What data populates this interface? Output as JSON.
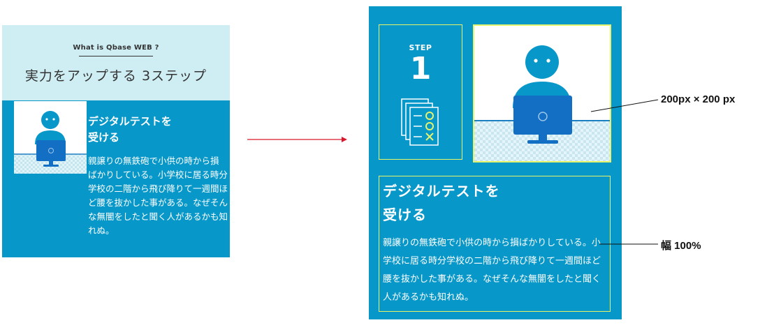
{
  "before": {
    "subtitle": "What is Qbase WEB ?",
    "title": "実力をアップする 3ステップ",
    "heading_line1": "デジタルテストを",
    "heading_line2": "受ける",
    "body": "親譲りの無鉄砲で小供の時から損ばかりしている。小学校に居る時分学校の二階から飛び降りて一週間ほど腰を抜かした事がある。なぜそんな無闇をしたと聞く人があるかも知れぬ。"
  },
  "after": {
    "step_label": "STEP",
    "step_number": "1",
    "heading_line1": "デジタルテストを",
    "heading_line2": "受ける",
    "body": "親譲りの無鉄砲で小供の時から損ばかりしている。小学校に居る時分学校の二階から飛び降りて一週間ほど腰を抜かした事がある。なぜそんな無闇をしたと聞く人があるかも知れぬ。"
  },
  "annotations": {
    "image_size": "200px × 200 px",
    "text_width": "幅 100%"
  },
  "icons": {
    "person": "person-at-computer-illustration",
    "documents": "checklist-documents-icon",
    "arrow": "right-arrow-icon"
  },
  "colors": {
    "panel_blue": "#0797c8",
    "header_light": "#cfeef4",
    "outline_yellow": "#e7f36a",
    "monitor_blue": "#136fc4",
    "arrow_red": "#d7192b"
  }
}
